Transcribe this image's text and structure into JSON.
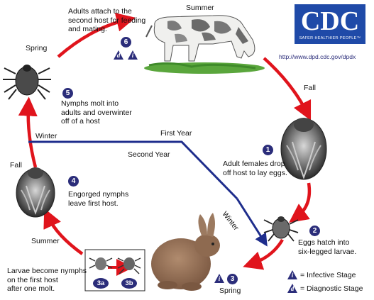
{
  "logo": {
    "text": "CDC",
    "tagline": "SAFER·HEALTHIER·PEOPLE™",
    "url": "http://www.dpd.cdc.gov/dpdx",
    "color": "#1f4aa8"
  },
  "labels": {
    "summer_top": "Summer",
    "spring_top": "Spring",
    "fall_right": "Fall",
    "fall_left": "Fall",
    "winter_left": "Winter",
    "first_year": "First Year",
    "second_year": "Second Year",
    "winter_diag": "Winter",
    "summer_bottom": "Summer",
    "spring_bottom": "Spring"
  },
  "stages": {
    "s1": {
      "badge": "1",
      "text": "Adult females drop\noff host to lay eggs."
    },
    "s2": {
      "badge": "2",
      "text": "Eggs hatch into\nsix-legged larvae."
    },
    "s3": {
      "badge": "3"
    },
    "s3a": {
      "badge": "3a"
    },
    "s3b": {
      "badge": "3b"
    },
    "s3_text": "Larvae become nymphs\non the first host\nafter one molt.",
    "s4": {
      "badge": "4",
      "text": "Engorged nymphs\nleave first host."
    },
    "s5": {
      "badge": "5",
      "text": "Nymphs molt into\nadults and overwinter\noff of a host"
    },
    "s6": {
      "badge": "6",
      "text": "Adults attach to the\nsecond host for feeding\nand mating."
    }
  },
  "legend": {
    "infective_symbol": "i",
    "infective_label": "= Infective Stage",
    "diagnostic_symbol": "d",
    "diagnostic_label": "= Diagnostic Stage"
  },
  "colors": {
    "cycle_arrow": "#e0141c",
    "year_line": "#1e2d8c",
    "badge": "#2b2d7a"
  }
}
